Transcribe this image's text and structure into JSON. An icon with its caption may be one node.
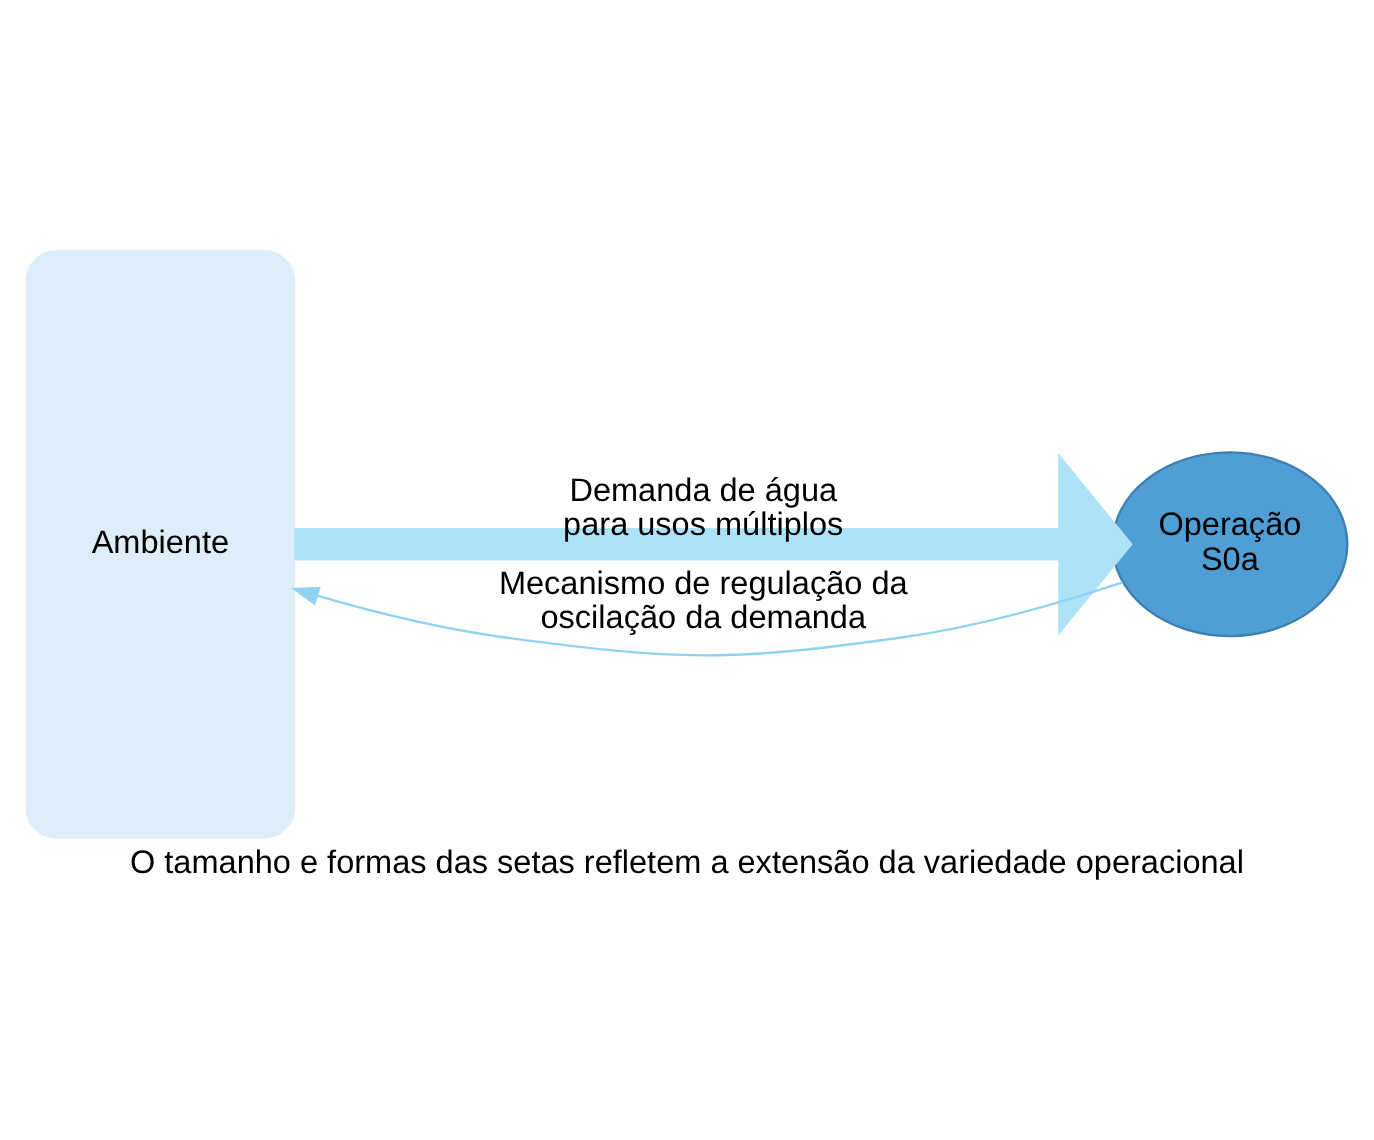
{
  "diagram": {
    "caption": "O tamanho e formas das setas refletem a extensão da variedade operacional",
    "nodes": [
      {
        "text": [
          "Ambiente"
        ]
      },
      {
        "text": [
          "Operação",
          "S0a"
        ]
      }
    ],
    "edges": [
      {
        "from": 0,
        "to": 1,
        "arrow": "to",
        "label": "Demanda de água para usos múltiplos",
        "style": "thick"
      },
      {
        "from": 1,
        "to": 0,
        "arrow": "to",
        "label": "Mecanismo de regulação da oscilação da demanda"
      }
    ]
  }
}
